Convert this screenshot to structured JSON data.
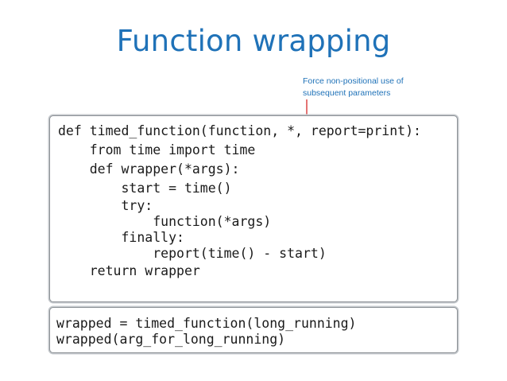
{
  "slide": {
    "title": "Function wrapping"
  },
  "annotation": {
    "line1": "Force non-positional use of",
    "line2": "subsequent  parameters",
    "arrow_color": "#d62a2a"
  },
  "code_main": {
    "lines": [
      "def timed_function(function, *, report=print):",
      "    from time import time",
      "    def wrapper(*args):",
      "        start = time()",
      "        try:",
      "            function(*args)",
      "        finally:",
      "            report(time() - start)",
      "    return wrapper"
    ]
  },
  "code_usage": {
    "lines": [
      "wrapped = timed_function(long_running)",
      "wrapped(arg_for_long_running)"
    ]
  },
  "colors": {
    "title": "#1f72b8",
    "code_text": "#1a1a1a",
    "box_border": "#8c9196"
  }
}
